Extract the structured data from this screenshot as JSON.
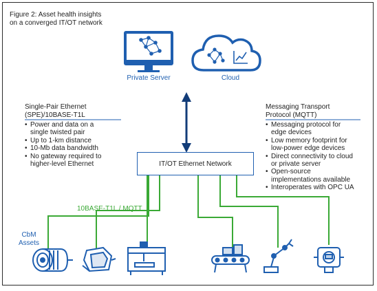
{
  "figure": {
    "title": "Figure 2: Asset health insights\non a converged IT/OT network"
  },
  "top": {
    "server_label": "Private Server",
    "cloud_label": "Cloud"
  },
  "spe": {
    "title": "Single-Pair Ethernet\n(SPE)/10BASE-T1L",
    "items": [
      "Power and data on a\nsingle twisted pair",
      "Up to 1-km distance",
      "10-Mb data bandwidth",
      "No gateway required to\nhigher-level Ethernet"
    ]
  },
  "mqtt": {
    "title": "Messaging Transport\nProtocol (MQTT)",
    "items": [
      "Messaging protocol for\nedge devices",
      "Low memory footprint for\nlow-power edge devices",
      "Direct connectivity to cloud\nor private server",
      "Open-source\nimplementations available",
      "Interoperates with OPC UA"
    ]
  },
  "network": {
    "label": "IT/OT Ethernet Network",
    "link_label": "10BASE-T1L / MQTT"
  },
  "assets": {
    "label": "CbM\nAssets",
    "icons": [
      "motor-icon",
      "pump-icon",
      "machine-tool-icon",
      "conveyor-icon",
      "robot-arm-icon",
      "transmitter-icon"
    ]
  },
  "colors": {
    "blue": "#1f5fb0",
    "green": "#3aa935",
    "dark_blue": "#123c78"
  }
}
